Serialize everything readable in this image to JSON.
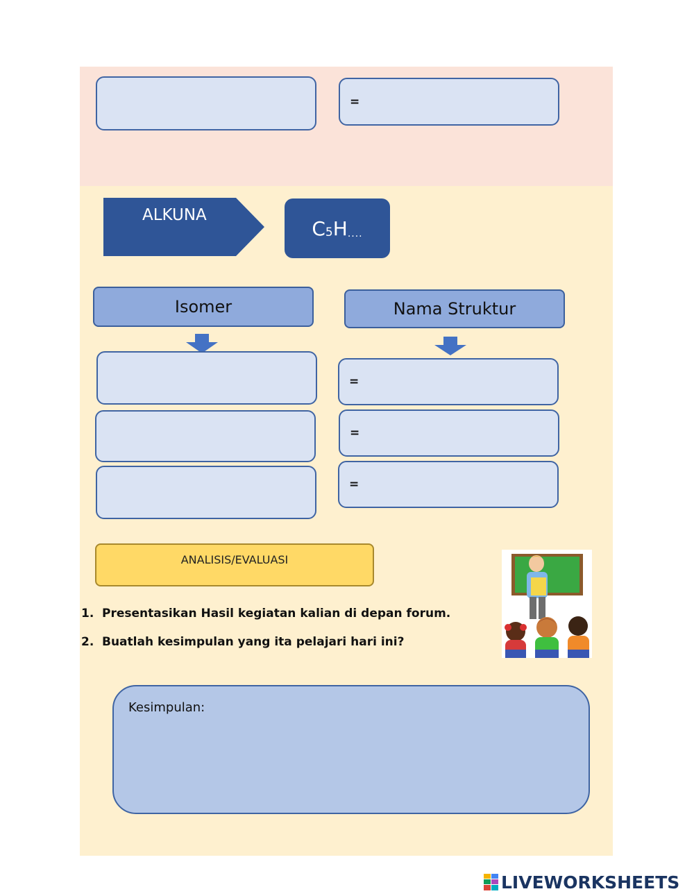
{
  "top_section": {
    "box_left_value": "",
    "box_right_prefix": "="
  },
  "alkuna": {
    "label": "ALKUNA",
    "formula_C": "C",
    "formula_sub": "5",
    "formula_H": "H",
    "formula_dots": "...."
  },
  "isomer": {
    "header": "Isomer",
    "answers": [
      "",
      "",
      ""
    ]
  },
  "nama_struktur": {
    "header": "Nama Struktur",
    "prefix": "=",
    "answers": [
      "",
      "",
      ""
    ]
  },
  "analisis": {
    "label": "ANALISIS/EVALUASI"
  },
  "questions": [
    {
      "num": "1.",
      "text": "Presentasikan Hasil kegiatan kalian di depan forum."
    },
    {
      "num": "2.",
      "text": "Buatlah kesimpulan yang ita pelajari hari ini?"
    }
  ],
  "kesimpulan": {
    "label": "Kesimpulan:",
    "value": ""
  },
  "illustration": {
    "icon": "teacher-presentation-icon"
  },
  "brand": {
    "text": "LIVEWORKSHEETS",
    "icon": "liveworksheets-logo-icon"
  },
  "colors": {
    "top_band": "#fbe3d9",
    "sheet": "#fef0cf",
    "box_fill": "#dae3f3",
    "box_border": "#3f64a3",
    "dark_blue": "#2f5597",
    "header_fill": "#8faadc",
    "analisis_fill": "#ffd966",
    "kesimpulan_fill": "#b4c7e7"
  }
}
